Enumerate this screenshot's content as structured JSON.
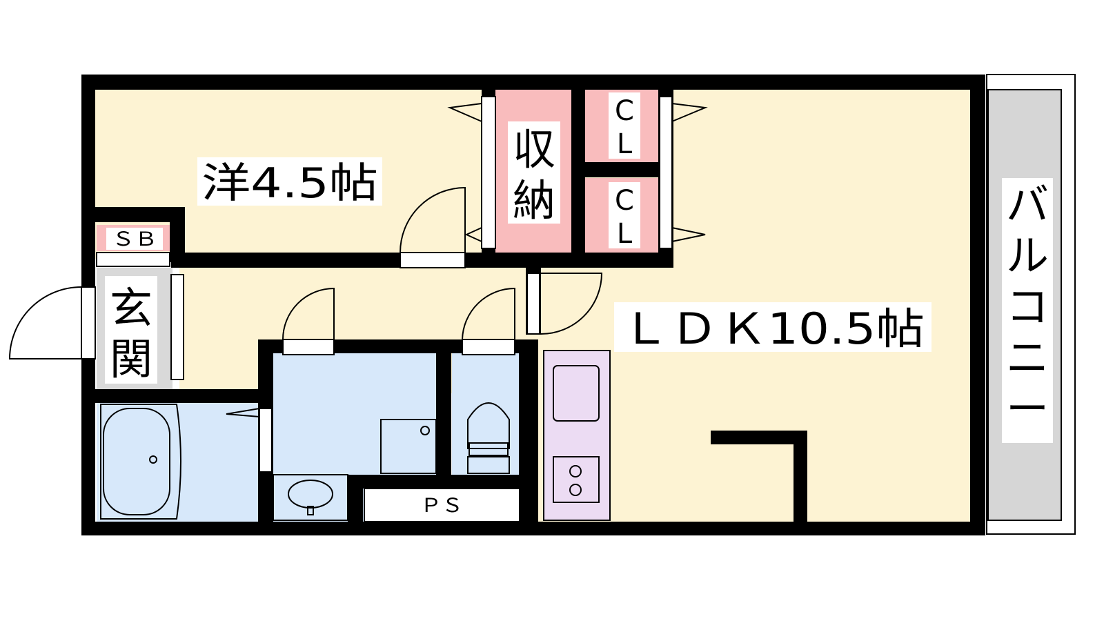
{
  "rooms": {
    "western_room": "洋4.5帖",
    "ldk": "ＬＤＫ10.5帖",
    "storage_line1": "収",
    "storage_line2": "納",
    "closet1_c": "C",
    "closet1_l": "L",
    "closet2_c": "C",
    "closet2_l": "L",
    "shoe_box": "ＳＢ",
    "entrance_line1": "玄",
    "entrance_line2": "関",
    "pipe_space": "ＰＳ",
    "balcony": [
      "バ",
      "ル",
      "コ",
      "ニ",
      "ー"
    ]
  },
  "colors": {
    "wall": "#000000",
    "living": "#fdf3d3",
    "storage": "#f9bcbd",
    "wet_area": "#d7e8fa",
    "kitchen": "#ecdcf3",
    "entrance": "#d9d9d9",
    "balcony": "#d6d6d6"
  }
}
